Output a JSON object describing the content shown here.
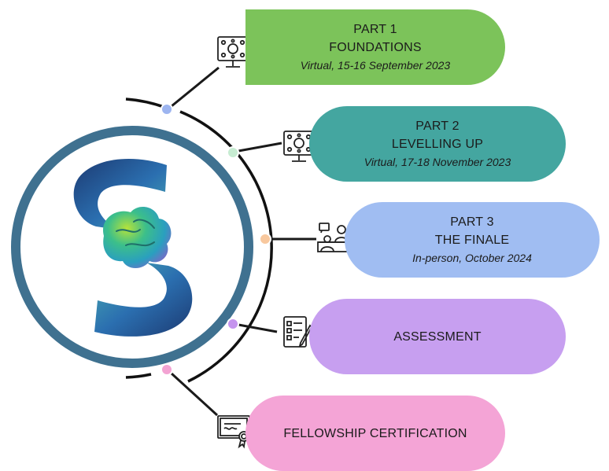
{
  "colors": {
    "ring": "#3f7190",
    "arc": "#111111",
    "connector": "#1a1a1a",
    "pill_1": "#7cc35a",
    "pill_2": "#44a6a0",
    "pill_3": "#a0bdf2",
    "pill_4": "#c79ff0",
    "pill_5": "#f4a4d6",
    "dot_1": "#9db5f0",
    "dot_2": "#c7ecd2",
    "dot_3": "#f8c89e",
    "dot_4": "#c594ee",
    "dot_5": "#f3a3d3",
    "logo_teal": "#4aaeb0",
    "logo_blue": "#2b6fb0",
    "logo_navy": "#1c3a72"
  },
  "logo": {
    "icon": "brain-s-logo-icon"
  },
  "steps": [
    {
      "title": "PART 1",
      "subtitle": "FOUNDATIONS",
      "detail": "Virtual, 15-16 September 2023",
      "icon": "virtual-meeting-monitor-icon"
    },
    {
      "title": "PART 2",
      "subtitle": "LEVELLING UP",
      "detail": "Virtual, 17-18 November 2023",
      "icon": "virtual-meeting-monitor-icon"
    },
    {
      "title": "PART 3",
      "subtitle": "THE FINALE",
      "detail": "In-person, October 2024",
      "icon": "in-person-meeting-icon"
    },
    {
      "title": "ASSESSMENT",
      "icon": "checklist-icon"
    },
    {
      "title": "FELLOWSHIP CERTIFICATION",
      "icon": "certificate-icon"
    }
  ]
}
